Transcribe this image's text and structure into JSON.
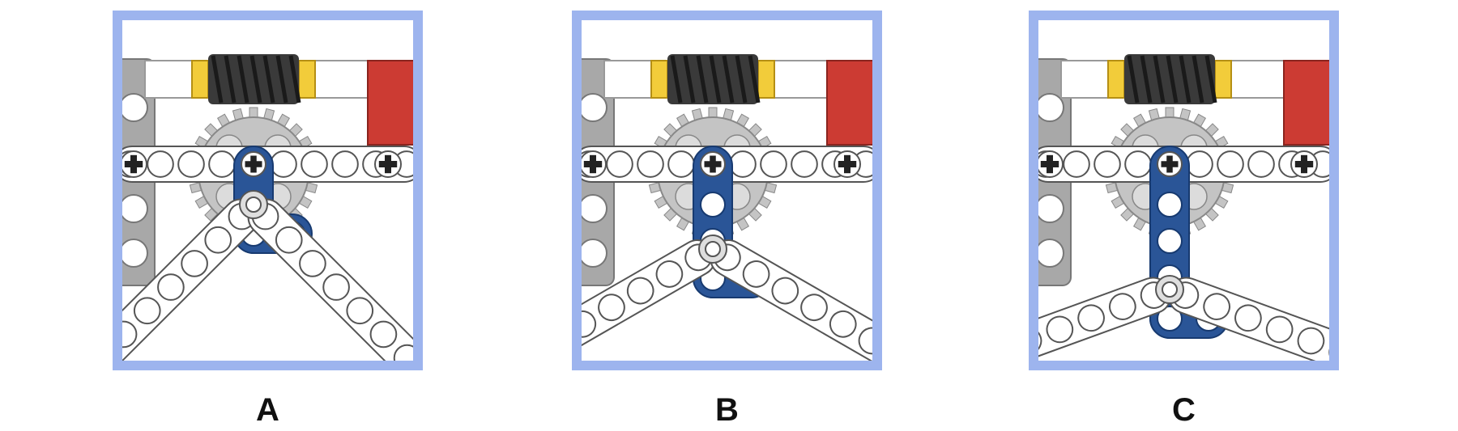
{
  "panels": [
    {
      "label": "A",
      "linkage": "high"
    },
    {
      "label": "B",
      "linkage": "middle"
    },
    {
      "label": "C",
      "linkage": "low"
    }
  ],
  "colors": {
    "frame": "#9db4ee",
    "beam_fill": "#ffffff",
    "beam_stroke": "#555555",
    "gear": "#c4c4c4",
    "worm": "#3a3a3a",
    "yellow_bushing": "#f2cc3a",
    "red_block": "#cc3b33",
    "blue_link": "#2a5597",
    "grey_frame": "#a8a8a8"
  }
}
